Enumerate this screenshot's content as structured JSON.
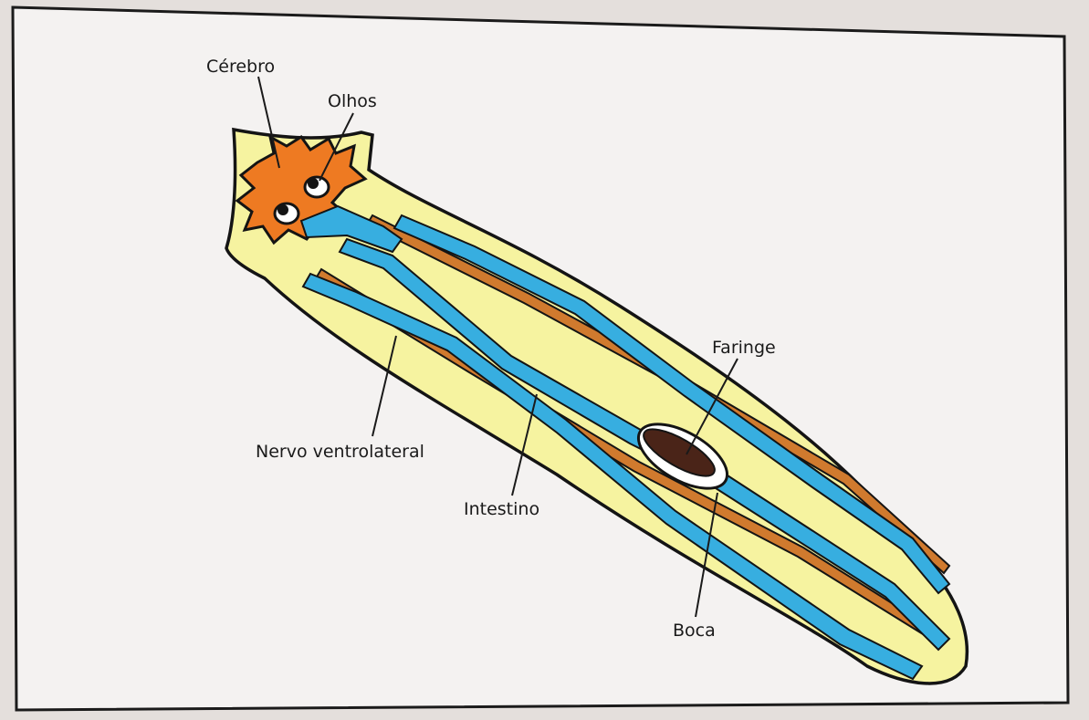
{
  "labels": {
    "cerebro": "Cérebro",
    "olhos": "Olhos",
    "faringe": "Faringe",
    "nervo": "Nervo ventrolateral",
    "intestino": "Intestino",
    "boca": "Boca"
  },
  "colors": {
    "page": "#e4dfdc",
    "card": "#f4f2f1",
    "body": "#f6f3a0",
    "brain": "#ee7a22",
    "intestine": "#37aee0",
    "nerve": "#d07a2e",
    "pharynx": "#4a2418",
    "outline": "#141414"
  }
}
